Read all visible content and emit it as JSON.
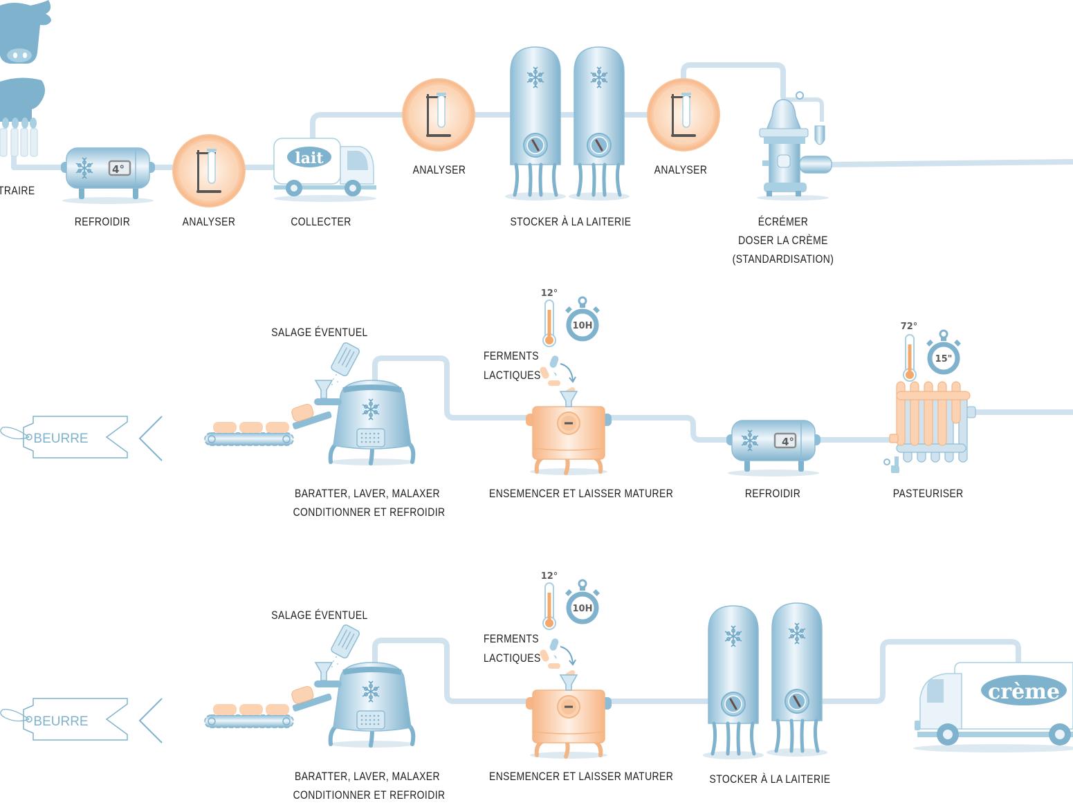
{
  "title": "Processus de fabrication du beurre et de la crème",
  "colors": {
    "pipe": "#cfe2ee",
    "steel_dark": "#7fb2cd",
    "steel_light": "#e9f3f9",
    "orange": "#f7b98a",
    "orange_light": "#fde6d3",
    "ink": "#1d1d1b",
    "tag": "#7fb2cd"
  },
  "row1": {
    "steps": [
      {
        "id": "traire",
        "label": "TRAIRE",
        "icon": "cow-milking-icon"
      },
      {
        "id": "refroidir",
        "label": "REFROIDIR",
        "icon": "cooling-tank-icon",
        "temperature": "4°"
      },
      {
        "id": "analyser-1",
        "label": "ANALYSER",
        "icon": "test-tube-icon"
      },
      {
        "id": "collecter",
        "label": "COLLECTER",
        "icon": "milk-truck-icon",
        "truck_text": "lait"
      },
      {
        "id": "analyser-2",
        "label": "ANALYSER",
        "icon": "test-tube-icon"
      },
      {
        "id": "stocker",
        "label": "STOCKER À LA LAITERIE",
        "icon": "storage-silos-icon"
      },
      {
        "id": "analyser-3",
        "label": "ANALYSER",
        "icon": "test-tube-icon"
      },
      {
        "id": "ecremer",
        "label_lines": [
          "ÉCRÉMER",
          "DOSER LA CRÈME",
          "(STANDARDISATION)"
        ],
        "icon": "cream-separator-icon"
      }
    ]
  },
  "row2": {
    "steps": [
      {
        "id": "beurre-tag",
        "label": "BEURRE",
        "icon": "product-tag-icon"
      },
      {
        "id": "baratter",
        "label_lines": [
          "BARATTER, LAVER, MALAXER",
          "CONDITIONNER ET REFROIDIR"
        ],
        "annotation": "SALAGE ÉVENTUEL",
        "icon": "churn-machine-icon"
      },
      {
        "id": "ensemencer",
        "label": "ENSEMENCER ET LAISSER MATURER",
        "annotation_lines": [
          "FERMENTS",
          "LACTIQUES"
        ],
        "temperature": "12°",
        "duration": "10H",
        "icon": "maturation-tank-icon"
      },
      {
        "id": "refroidir",
        "label": "REFROIDIR",
        "temperature": "4°",
        "icon": "cooling-tank-icon"
      },
      {
        "id": "pasteuriser",
        "label": "PASTEURISER",
        "temperature": "72°",
        "duration": "15\"",
        "icon": "pasteurizer-radiator-icon"
      }
    ]
  },
  "row3": {
    "steps": [
      {
        "id": "beurre-tag",
        "label": "BEURRE",
        "icon": "product-tag-icon"
      },
      {
        "id": "baratter",
        "label_lines": [
          "BARATTER, LAVER, MALAXER",
          "CONDITIONNER ET REFROIDIR"
        ],
        "annotation": "SALAGE ÉVENTUEL",
        "icon": "churn-machine-icon"
      },
      {
        "id": "ensemencer",
        "label": "ENSEMENCER ET LAISSER MATURER",
        "annotation_lines": [
          "FERMENTS",
          "LACTIQUES"
        ],
        "temperature": "12°",
        "duration": "10H",
        "icon": "maturation-tank-icon"
      },
      {
        "id": "stocker",
        "label": "STOCKER À LA LAITERIE",
        "icon": "storage-silos-icon"
      },
      {
        "id": "creme-truck",
        "truck_text": "crème",
        "icon": "cream-truck-icon"
      }
    ]
  }
}
